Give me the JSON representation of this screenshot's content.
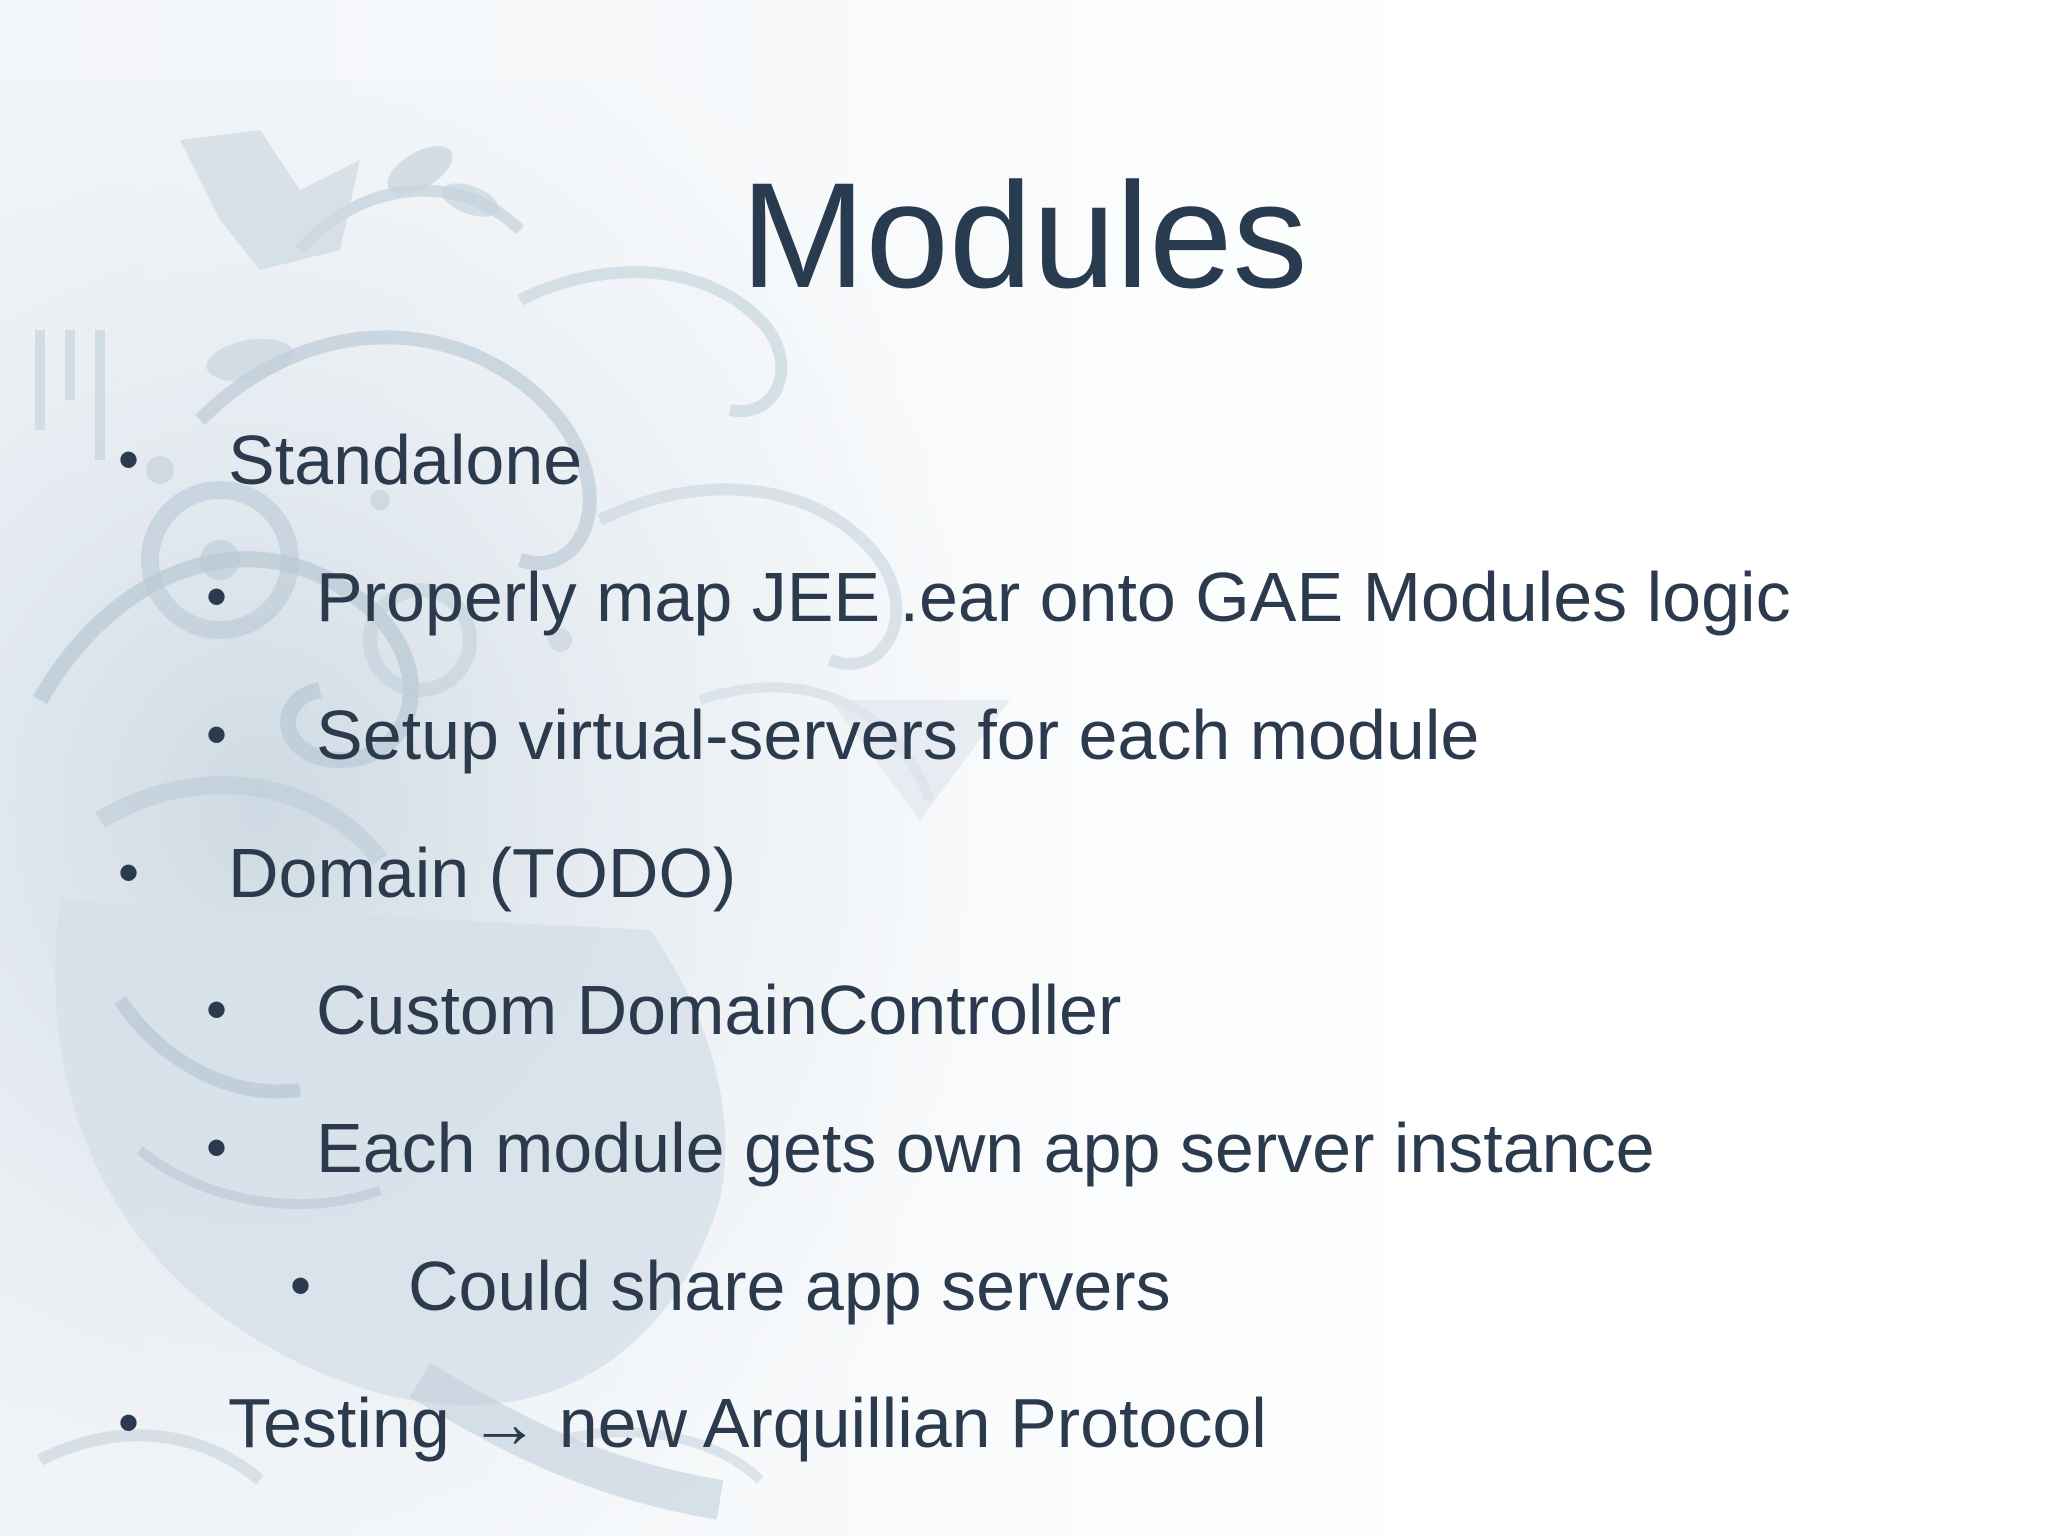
{
  "slide": {
    "title": "Modules",
    "bullets": [
      {
        "level": 0,
        "text": "Standalone"
      },
      {
        "level": 1,
        "text": "Properly map JEE .ear onto GAE Modules logic"
      },
      {
        "level": 1,
        "text": "Setup virtual-servers for each module"
      },
      {
        "level": 0,
        "text": "Domain (TODO)"
      },
      {
        "level": 1,
        "text": "Custom DomainController"
      },
      {
        "level": 1,
        "text": "Each module gets own app server instance"
      },
      {
        "level": 2,
        "text": "Could share app servers"
      },
      {
        "level": 0,
        "text": "Testing → new Arquillian Protocol"
      }
    ],
    "bullet_symbol": "•"
  },
  "colors": {
    "text": "#2b3a4c",
    "title": "#293b4e",
    "background_art": "#c9d6e0"
  }
}
